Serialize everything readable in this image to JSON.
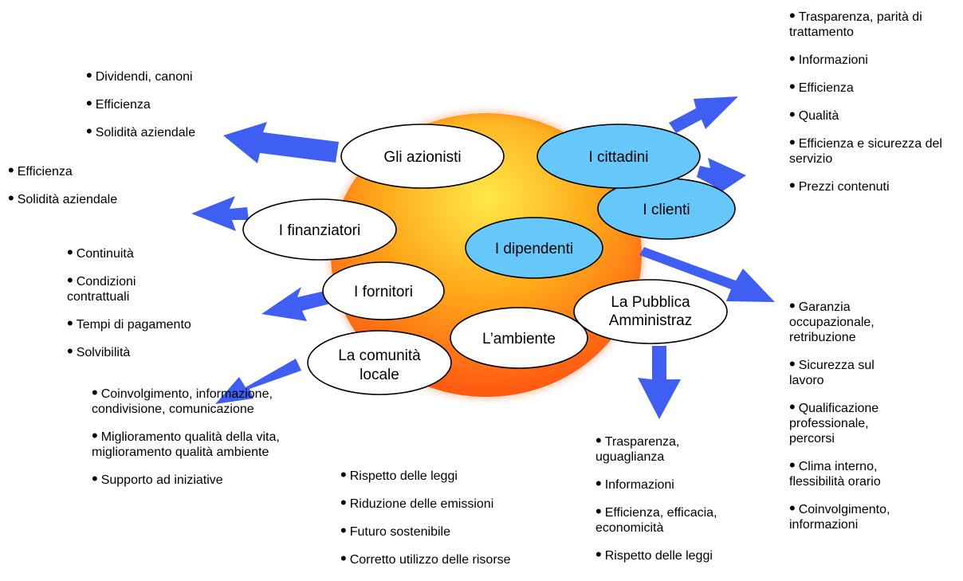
{
  "colors": {
    "sun_inner": "#ffe94a",
    "sun_mid": "#ffa91a",
    "sun_outer": "#ff4a10",
    "arrow": "#3f5ff2",
    "node_blue": "#66c8fa",
    "node_white": "#ffffff"
  },
  "nodes": [
    {
      "key": "azionisti",
      "lines": [
        "Gli azionisti"
      ]
    },
    {
      "key": "finanziatori",
      "lines": [
        "I finanziatori"
      ]
    },
    {
      "key": "fornitori",
      "lines": [
        "I fornitori"
      ]
    },
    {
      "key": "comunita",
      "lines": [
        "La comunità",
        "locale"
      ]
    },
    {
      "key": "ambiente",
      "lines": [
        "L’ambiente"
      ]
    },
    {
      "key": "pa",
      "lines": [
        "La Pubblica",
        "Amministraz"
      ]
    },
    {
      "key": "dipendenti",
      "lines": [
        "I dipendenti"
      ]
    },
    {
      "key": "clienti",
      "lines": [
        "I clienti"
      ]
    },
    {
      "key": "cittadini",
      "lines": [
        "I cittadini"
      ]
    }
  ],
  "lists": {
    "azionisti": [
      "Dividendi, canoni",
      "Efficienza",
      "Solidità aziendale"
    ],
    "finanziatori": [
      "Efficienza",
      "Solidità aziendale"
    ],
    "fornitori": [
      "Continuità",
      "Condizioni contrattuali",
      "Tempi di pagamento",
      "Solvibilità"
    ],
    "comunita": [
      "Coinvolgimento, informazione, condivisione, comunicazione",
      "Miglioramento qualità della vita, miglioramento qualità ambiente",
      "Supporto ad iniziative"
    ],
    "ambiente": [
      "Rispetto delle leggi",
      "Riduzione delle emissioni",
      "Futuro sostenibile",
      "Corretto utilizzo delle risorse"
    ],
    "pa": [
      "Trasparenza, uguaglianza",
      "Informazioni",
      "Efficienza, efficacia, economicità",
      "Rispetto delle leggi"
    ],
    "dipendenti": [
      "Garanzia occupazionale, retribuzione",
      "Sicurezza sul lavoro",
      "Qualificazione professionale, percorsi",
      "Clima interno, flessibilità orario",
      "Coinvolgimento, informazioni"
    ],
    "cittadini_clienti": [
      "Trasparenza, parità di trattamento",
      "Informazioni",
      "Efficienza",
      "Qualità",
      "Efficienza e sicurezza del servizio",
      "Prezzi contenuti"
    ]
  }
}
